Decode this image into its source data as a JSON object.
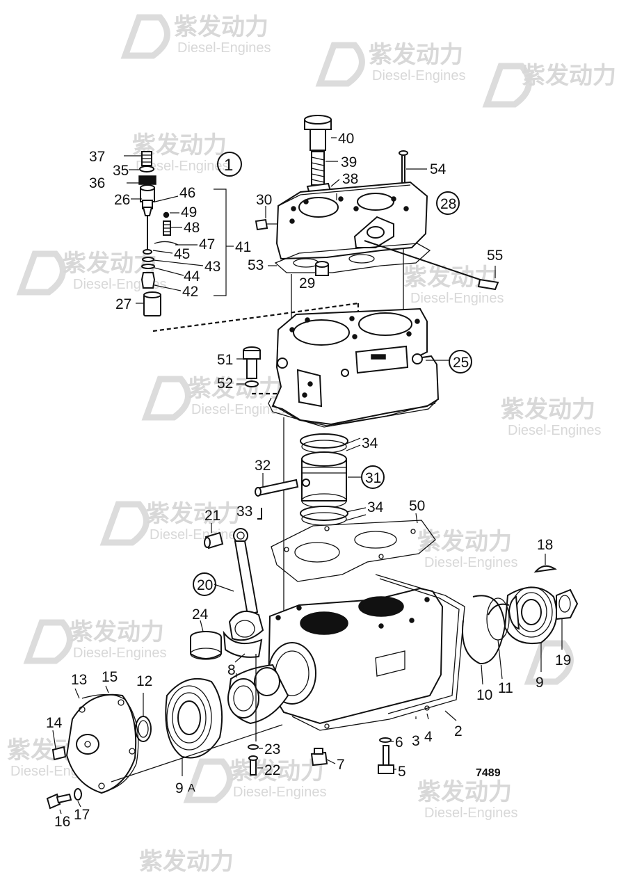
{
  "watermark": {
    "chinese": "紫发动力",
    "english": "Diesel-Engines"
  },
  "drawing_code": "7489",
  "labels": {
    "l1": "1",
    "l2": "2",
    "l3": "3",
    "l4": "4",
    "l5": "5",
    "l6": "6",
    "l7": "7",
    "l8": "8",
    "l9": "9",
    "l9a": "9",
    "l9a_suffix": "A",
    "l10": "10",
    "l11": "11",
    "l12": "12",
    "l13": "13",
    "l14": "14",
    "l15": "15",
    "l16": "16",
    "l17": "17",
    "l18": "18",
    "l19": "19",
    "l20": "20",
    "l21": "21",
    "l22": "22",
    "l23": "23",
    "l24": "24",
    "l25": "25",
    "l26": "26",
    "l27": "27",
    "l28": "28",
    "l29": "29",
    "l30": "30",
    "l31": "31",
    "l32": "32",
    "l33": "33",
    "l34a": "34",
    "l34b": "34",
    "l35": "35",
    "l36": "36",
    "l37": "37",
    "l38": "38",
    "l39": "39",
    "l40": "40",
    "l41": "41",
    "l42": "42",
    "l43": "43",
    "l44": "44",
    "l45": "45",
    "l46": "46",
    "l47": "47",
    "l48": "48",
    "l49": "49",
    "l50": "50",
    "l51": "51",
    "l52": "52",
    "l53": "53",
    "l54": "54",
    "l55": "55"
  }
}
